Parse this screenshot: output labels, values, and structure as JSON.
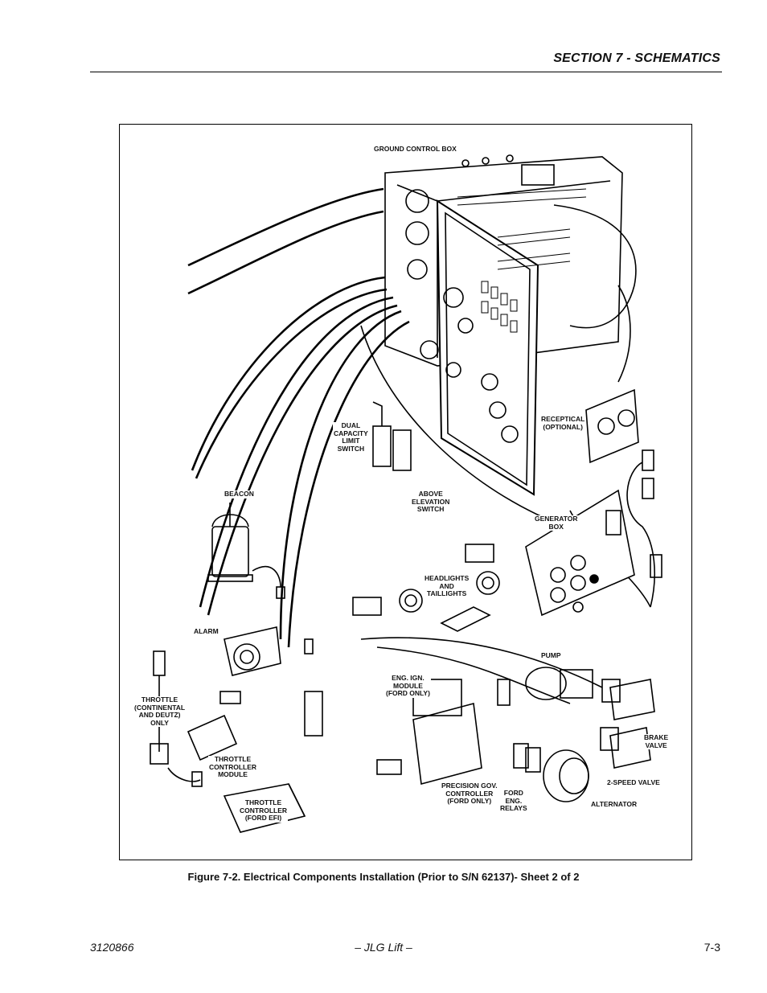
{
  "header": {
    "section_title": "SECTION 7 - SCHEMATICS"
  },
  "figure": {
    "labels": {
      "ground_control_box": "GROUND CONTROL BOX",
      "dual_capacity_limit_switch": "DUAL\nCAPACITY\nLIMIT\nSWITCH",
      "receptical": "RECEPTICAL\n(OPTIONAL)",
      "above_elevation_switch": "ABOVE\nELEVATION\nSWITCH",
      "beacon": "BEACON",
      "generator_box": "GENERATOR\nBOX",
      "headlights": "HEADLIGHTS\nAND\nTAILLIGHTS",
      "alarm": "ALARM",
      "pump": "PUMP",
      "throttle_continental": "THROTTLE\n(CONTINENTAL\nAND DEUTZ)\nONLY",
      "eng_ign_module": "ENG. IGN.\nMODULE\n(FORD ONLY)",
      "brake_valve": "BRAKE\nVALVE",
      "throttle_controller_module": "THROTTLE\nCONTROLLER\nMODULE",
      "two_speed_valve": "2-SPEED VALVE",
      "precision_gov": "PRECISION GOV.\nCONTROLLER\n(FORD ONLY)",
      "ford_eng_relays": "FORD\nENG.\nRELAYS",
      "alternator": "ALTERNATOR",
      "throttle_controller_ford": "THROTTLE\nCONTROLLER\n(FORD EFI)"
    },
    "caption": "Figure 7-2.  Electrical Components Installation (Prior to S/N 62137)- Sheet 2 of 2"
  },
  "footer": {
    "doc_number": "3120866",
    "publisher": "– JLG Lift –",
    "page": "7-3"
  }
}
